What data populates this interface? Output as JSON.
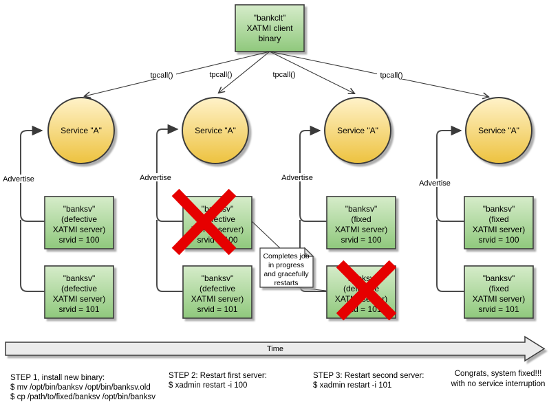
{
  "client": {
    "lines": [
      "\"bankclt\"",
      "XATMI client",
      "binary"
    ]
  },
  "tpcall_labels": [
    "tpcall()",
    "tpcall()",
    "tpcall()",
    "tpcall()"
  ],
  "advertise_labels": [
    "Advertise",
    "Advertise",
    "Advertise",
    "Advertise"
  ],
  "services": [
    "Service \"A\"",
    "Service \"A\"",
    "Service \"A\"",
    "Service \"A\""
  ],
  "columns": [
    {
      "boxes": [
        {
          "lines": [
            "\"banksv\"",
            "(defective",
            "XATMI server)",
            "srvid = 100"
          ],
          "crossed": false
        },
        {
          "lines": [
            "\"banksv\"",
            "(defective",
            "XATMI server)",
            "srvid = 101"
          ],
          "crossed": false
        }
      ]
    },
    {
      "boxes": [
        {
          "lines": [
            "\"banksv\"",
            "(defective",
            "XATMI server)",
            "srvid = 100"
          ],
          "crossed": true
        },
        {
          "lines": [
            "\"banksv\"",
            "(defective",
            "XATMI server)",
            "srvid = 101"
          ],
          "crossed": false
        }
      ]
    },
    {
      "boxes": [
        {
          "lines": [
            "\"banksv\"",
            "(fixed",
            "XATMI server)",
            "srvid = 100"
          ],
          "crossed": false
        },
        {
          "lines": [
            "\"banksv\"",
            "(defective",
            "XATMI server)",
            "srvid = 101"
          ],
          "crossed": true
        }
      ]
    },
    {
      "boxes": [
        {
          "lines": [
            "\"banksv\"",
            "(fixed",
            "XATMI server)",
            "srvid = 100"
          ],
          "crossed": false
        },
        {
          "lines": [
            "\"banksv\"",
            "(fixed",
            "XATMI server)",
            "srvid = 101"
          ],
          "crossed": false
        }
      ]
    }
  ],
  "note": {
    "lines": [
      "Completes job",
      "in progress",
      "and gracefully",
      "restarts"
    ]
  },
  "timeline": {
    "label": "Time"
  },
  "steps": [
    {
      "lines": [
        "STEP 1, install new binary:",
        "$ mv /opt/bin/banksv /opt/bin/banksv.old",
        "$ cp /path/to/fixed/banksv /opt/bin/banksv"
      ]
    },
    {
      "lines": [
        "STEP 2: Restart first server:",
        "$ xadmin restart -i 100"
      ]
    },
    {
      "lines": [
        "STEP 3: Restart second server:",
        "$ xadmin restart -i 101"
      ]
    },
    {
      "lines": [
        "Congrats, system fixed!!!",
        "with no service interruption"
      ]
    }
  ],
  "colors": {
    "box_green_top": "#d6ecca",
    "box_green_bottom": "#8fc87c",
    "circle_yellow_top": "#fff2c9",
    "circle_yellow_bottom": "#edc23f",
    "cross_red": "#e60000",
    "line": "#3a3a3a",
    "arrow_body": "#ebebeb"
  }
}
